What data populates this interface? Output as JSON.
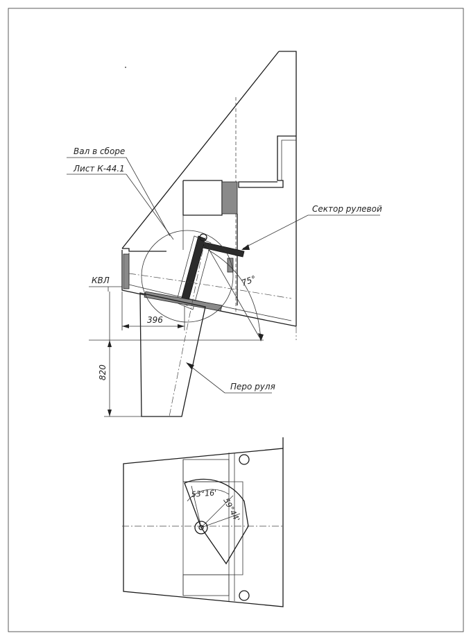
{
  "labels": {
    "shaft_assembly": "Вал в сборе",
    "sheet_ref": "Лист К-44.1",
    "steering_sector": "Сектор рулевой",
    "waterline": "КВЛ",
    "rudder_blade": "Перо руля"
  },
  "dimensions": {
    "offset": "396",
    "depth": "820",
    "angle_side": "75°",
    "angle_left": "53°16'",
    "angle_right": "59°44'"
  }
}
